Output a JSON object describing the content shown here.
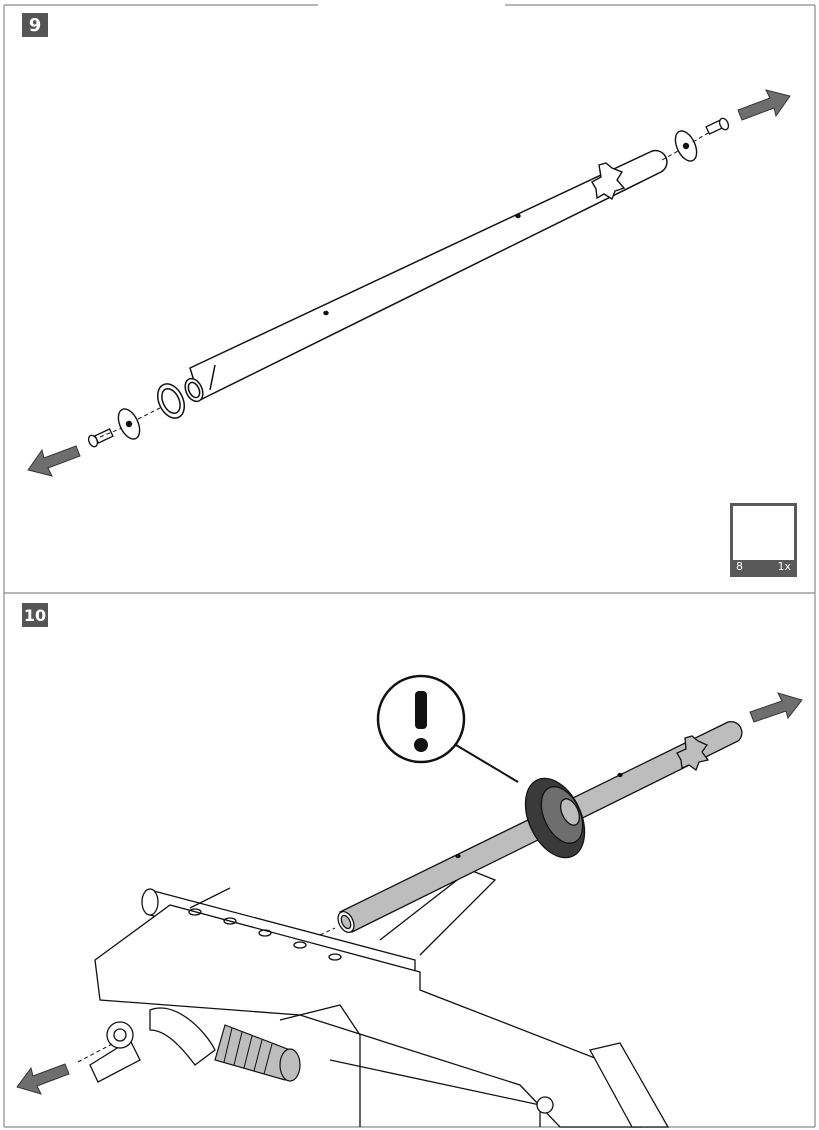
{
  "steps": [
    {
      "number": "9"
    },
    {
      "number": "10"
    }
  ],
  "parts_box": {
    "part_number": "8",
    "quantity": "1x"
  },
  "icons": [
    "exclamation-icon",
    "arrow-icon",
    "bolt-icon",
    "washer-icon",
    "tube-icon"
  ],
  "colors": {
    "badge": "#555555",
    "arrow": "#6e6e6e",
    "tube_shaded": "#bdbdbd",
    "disc": "#3a3a3a"
  }
}
